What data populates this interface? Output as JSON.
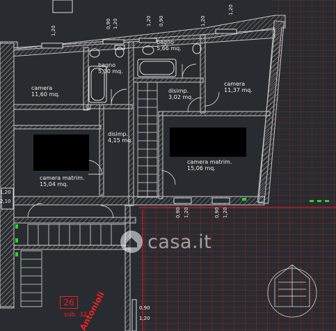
{
  "rooms": {
    "camera_left": {
      "name": "camera",
      "area": "11,60 mq."
    },
    "bagno_left": {
      "name": "bagno",
      "area": "5,30 mq."
    },
    "bagno_right": {
      "name": "bagno",
      "area": "5,66 mq."
    },
    "camera_right": {
      "name": "camera",
      "area": "11,37 mq."
    },
    "disimp_top": {
      "name": "disimp.",
      "area": "3,02 mq."
    },
    "disimp_left": {
      "name": "disimp.",
      "area": "4,15 mq."
    },
    "matrim_left": {
      "name": "camera matrim.",
      "area": "15,04 mq."
    },
    "matrim_right": {
      "name": "camera matrim.",
      "area": "15,06 mq."
    }
  },
  "dimensions": {
    "d1": "1,20",
    "d2": "0,90",
    "d3": "1,20",
    "d4": "0,90",
    "d5": "1,20",
    "d6": "1,20",
    "d7": "1,20",
    "d8": "0,90",
    "d9": "1,20",
    "d10": "0,90",
    "d11": "1,20",
    "d12": "0,90",
    "d13": "1,20",
    "d14": "1,20",
    "d15": "2,10"
  },
  "unit": {
    "number": "26",
    "sub": "sub. 32",
    "street": "Antonioli"
  },
  "watermark": {
    "text": "casa.it"
  },
  "colors": {
    "background": "#282b30",
    "walls": "#b9b9b9",
    "hatch": "#9a9a9a",
    "red": "#e22222",
    "green": "#2bd42b",
    "text": "#f2f2f2"
  }
}
